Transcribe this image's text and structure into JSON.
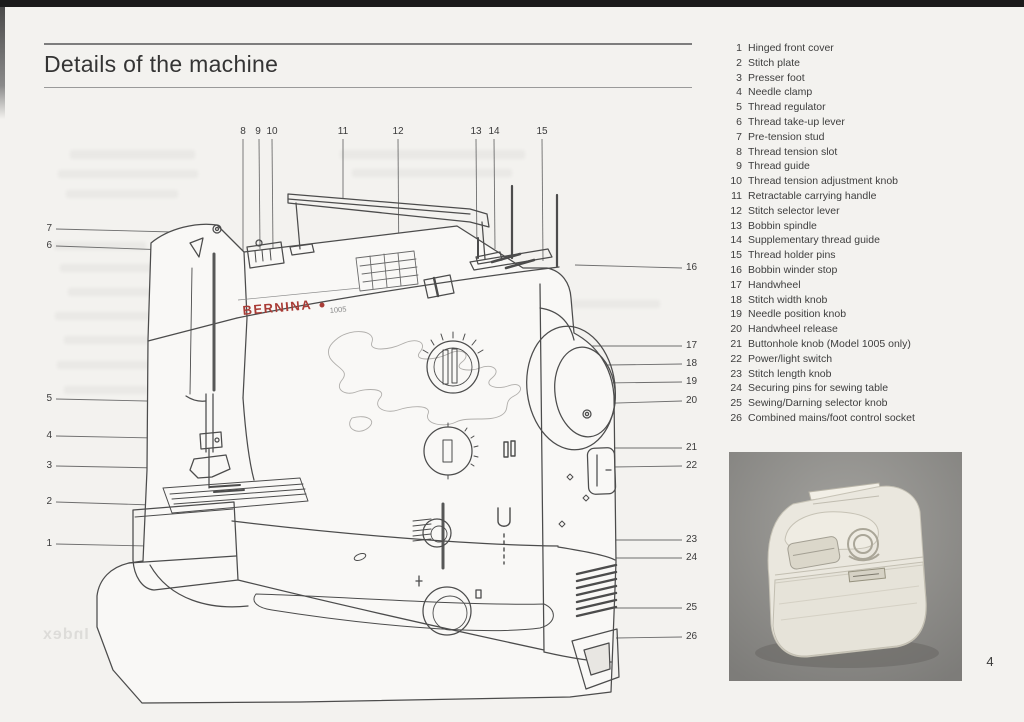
{
  "page": {
    "title": "Details of the machine",
    "page_number": "4",
    "bleed_through_text": "Index"
  },
  "machine": {
    "brand": "BERNINA",
    "model": "1005"
  },
  "parts_list": {
    "items": [
      {
        "num": "1",
        "label": "Hinged front cover"
      },
      {
        "num": "2",
        "label": "Stitch plate"
      },
      {
        "num": "3",
        "label": "Presser foot"
      },
      {
        "num": "4",
        "label": "Needle clamp"
      },
      {
        "num": "5",
        "label": "Thread regulator"
      },
      {
        "num": "6",
        "label": "Thread take-up lever"
      },
      {
        "num": "7",
        "label": "Pre-tension stud"
      },
      {
        "num": "8",
        "label": "Thread tension slot"
      },
      {
        "num": "9",
        "label": "Thread guide"
      },
      {
        "num": "10",
        "label": "Thread tension adjustment knob"
      },
      {
        "num": "11",
        "label": "Retractable carrying handle"
      },
      {
        "num": "12",
        "label": "Stitch selector lever"
      },
      {
        "num": "13",
        "label": "Bobbin spindle"
      },
      {
        "num": "14",
        "label": "Supplementary thread guide"
      },
      {
        "num": "15",
        "label": "Thread holder pins"
      },
      {
        "num": "16",
        "label": "Bobbin winder stop"
      },
      {
        "num": "17",
        "label": "Handwheel"
      },
      {
        "num": "18",
        "label": "Stitch width knob"
      },
      {
        "num": "19",
        "label": "Needle position knob"
      },
      {
        "num": "20",
        "label": "Handwheel release"
      },
      {
        "num": "21",
        "label": "Buttonhole knob (Model 1005 only)"
      },
      {
        "num": "22",
        "label": "Power/light switch"
      },
      {
        "num": "23",
        "label": "Stitch length knob"
      },
      {
        "num": "24",
        "label": "Securing pins for sewing table"
      },
      {
        "num": "25",
        "label": "Sewing/Darning selector knob"
      },
      {
        "num": "26",
        "label": "Combined mains/foot control socket"
      }
    ]
  }
}
